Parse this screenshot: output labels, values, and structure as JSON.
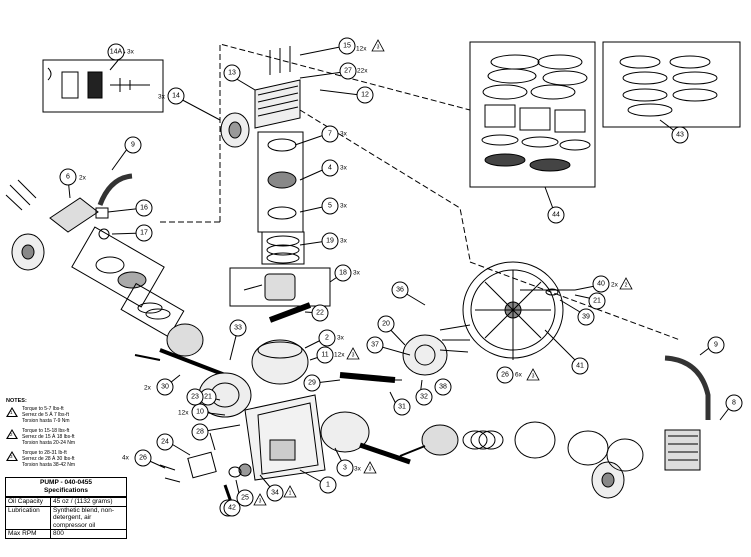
{
  "diagram": {
    "callouts": [
      {
        "id": "c1",
        "label": "1"
      },
      {
        "id": "c2",
        "label": "2"
      },
      {
        "id": "c3",
        "label": "3"
      },
      {
        "id": "c4",
        "label": "4"
      },
      {
        "id": "c5",
        "label": "5"
      },
      {
        "id": "c6",
        "label": "6"
      },
      {
        "id": "c7",
        "label": "7"
      },
      {
        "id": "c8",
        "label": "8"
      },
      {
        "id": "c9a",
        "label": "9"
      },
      {
        "id": "c9b",
        "label": "9"
      },
      {
        "id": "c10",
        "label": "10"
      },
      {
        "id": "c11",
        "label": "11"
      },
      {
        "id": "c12",
        "label": "12"
      },
      {
        "id": "c13",
        "label": "13"
      },
      {
        "id": "c14",
        "label": "14"
      },
      {
        "id": "c14a",
        "label": "14A"
      },
      {
        "id": "c15",
        "label": "15"
      },
      {
        "id": "c16",
        "label": "16"
      },
      {
        "id": "c17",
        "label": "17"
      },
      {
        "id": "c18",
        "label": "18"
      },
      {
        "id": "c19",
        "label": "19"
      },
      {
        "id": "c20",
        "label": "20"
      },
      {
        "id": "c21a",
        "label": "21"
      },
      {
        "id": "c21b",
        "label": "21"
      },
      {
        "id": "c22",
        "label": "22"
      },
      {
        "id": "c23",
        "label": "23"
      },
      {
        "id": "c24",
        "label": "24"
      },
      {
        "id": "c25",
        "label": "25"
      },
      {
        "id": "c26a",
        "label": "26"
      },
      {
        "id": "c26b",
        "label": "26"
      },
      {
        "id": "c27",
        "label": "27"
      },
      {
        "id": "c28",
        "label": "28"
      },
      {
        "id": "c29",
        "label": "29"
      },
      {
        "id": "c30",
        "label": "30"
      },
      {
        "id": "c31",
        "label": "31"
      },
      {
        "id": "c32",
        "label": "32"
      },
      {
        "id": "c33",
        "label": "33"
      },
      {
        "id": "c34",
        "label": "34"
      },
      {
        "id": "c35",
        "label": "35"
      },
      {
        "id": "c36",
        "label": "36"
      },
      {
        "id": "c37",
        "label": "37"
      },
      {
        "id": "c38",
        "label": "38"
      },
      {
        "id": "c39",
        "label": "39"
      },
      {
        "id": "c40",
        "label": "40"
      },
      {
        "id": "c41",
        "label": "41"
      },
      {
        "id": "c42",
        "label": "42"
      },
      {
        "id": "c43",
        "label": "43"
      },
      {
        "id": "c44",
        "label": "44"
      }
    ],
    "quantities": [
      {
        "id": "q15",
        "text": "12x"
      },
      {
        "id": "q27",
        "text": "22x"
      },
      {
        "id": "q14",
        "text": "3x"
      },
      {
        "id": "q14a",
        "text": "3x"
      },
      {
        "id": "q7",
        "text": "3x"
      },
      {
        "id": "q4",
        "text": "3x"
      },
      {
        "id": "q6",
        "text": "2x"
      },
      {
        "id": "q5",
        "text": "3x"
      },
      {
        "id": "q19",
        "text": "3x"
      },
      {
        "id": "q18",
        "text": "3x"
      },
      {
        "id": "q2",
        "text": "3x"
      },
      {
        "id": "q11",
        "text": "12x"
      },
      {
        "id": "q30",
        "text": "2x"
      },
      {
        "id": "q10",
        "text": "12x"
      },
      {
        "id": "q26a",
        "text": "4x"
      },
      {
        "id": "q3",
        "text": "3x"
      },
      {
        "id": "q26b",
        "text": "6x"
      },
      {
        "id": "q40",
        "text": "2x"
      }
    ],
    "torque_marks": [
      {
        "id": "t15",
        "text": "3"
      },
      {
        "id": "t11",
        "text": "3"
      },
      {
        "id": "t26b",
        "text": "3"
      },
      {
        "id": "t40",
        "text": "2"
      },
      {
        "id": "t34",
        "text": "1"
      },
      {
        "id": "t3",
        "text": "3"
      },
      {
        "id": "t35",
        "text": "3"
      }
    ]
  },
  "notes": {
    "heading": "NOTES:",
    "items": [
      {
        "mark": "1",
        "lines": [
          "Torque to 5-7 lbs-ft",
          "Serrez de 5 Á 7 lbs-ft",
          "Torsion hasta 7-9 Nm"
        ]
      },
      {
        "mark": "2",
        "lines": [
          "Torque to 15-18 lbs-ft",
          "Serrez de 15 Á 18 lbs-ft",
          "Torsion hasta 20-24 Nm"
        ]
      },
      {
        "mark": "3",
        "lines": [
          "Torque to 28-31 lb-ft",
          "Serrez de 28 Á 30 lbs-ft",
          "Torsion hasta 38-42 Nm"
        ]
      }
    ]
  },
  "spec": {
    "title": "PUMP - 040-0455",
    "subtitle": "Specifications",
    "rows": [
      {
        "label": "Oil Capacity",
        "value": "45 oz / (1132 grams)"
      },
      {
        "label": "Lubrication",
        "value": "Synthetic blend, non-detergent, air compressor oil"
      },
      {
        "label": "Max RPM",
        "value": "800"
      }
    ]
  }
}
